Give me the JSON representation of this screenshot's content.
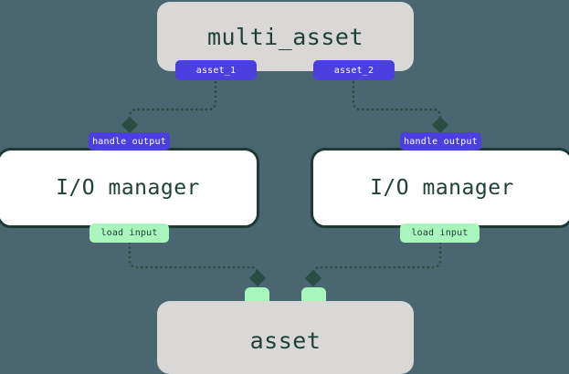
{
  "diagram": {
    "background_color": "#4a6670",
    "edge_color": "#2b4c42",
    "accent_output_color": "#4c3fe0",
    "accent_input_color": "#a8f5be",
    "node_fill_color": "#d9d8d6",
    "node_text_color": "#1e4038",
    "iom_fill_color": "#ffffff",
    "iom_border_color": "#1e3a34"
  },
  "nodes": {
    "multi_asset": {
      "label": "multi_asset",
      "outputs": [
        {
          "label": "asset_1"
        },
        {
          "label": "asset_2"
        }
      ]
    },
    "io_manager_left": {
      "label": "I/O manager",
      "input_handle": {
        "label": "handle output"
      },
      "output_handle": {
        "label": "load input"
      }
    },
    "io_manager_right": {
      "label": "I/O manager",
      "input_handle": {
        "label": "handle output"
      },
      "output_handle": {
        "label": "load input"
      }
    },
    "asset": {
      "label": "asset",
      "inputs": [
        {
          "label": ""
        },
        {
          "label": ""
        }
      ]
    }
  }
}
